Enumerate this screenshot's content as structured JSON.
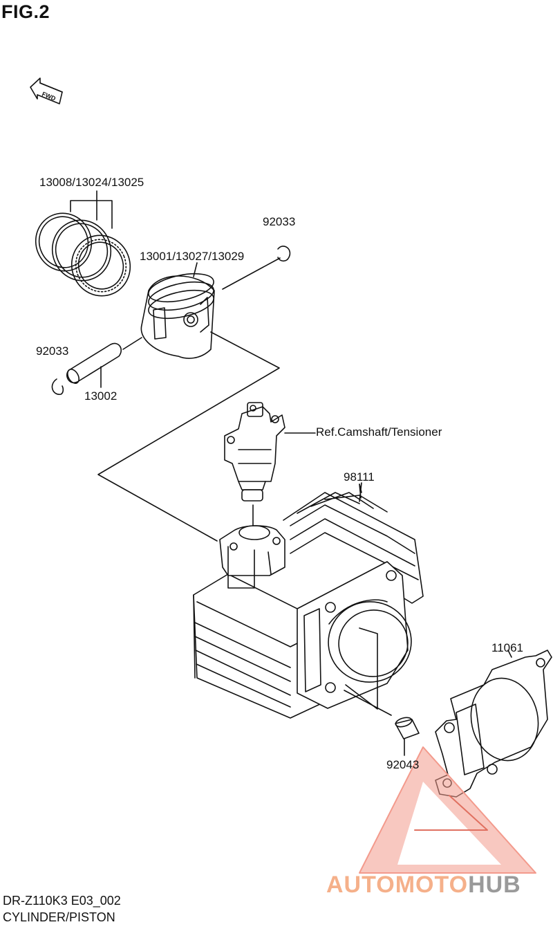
{
  "figure": {
    "title": "FIG.2",
    "fwd_label": "FWD"
  },
  "parts": {
    "rings": "13008/13024/13025",
    "piston": "13001/13027/13029",
    "clip_right": "92033",
    "clip_left": "92033",
    "pin": "13002",
    "tensioner_ref": "Ref.Camshaft/Tensioner",
    "cylinder": "98111",
    "gasket": "11061",
    "dowel": "92043"
  },
  "footer": {
    "model_code": "DR-Z110K3 E03_002",
    "section": "CYLINDER/PISTON"
  },
  "watermark": {
    "part1": "AUTOMOTO",
    "part2": "HUB",
    "color_primary": "#f39a8c",
    "color_secondary": "#9a9a9a"
  }
}
